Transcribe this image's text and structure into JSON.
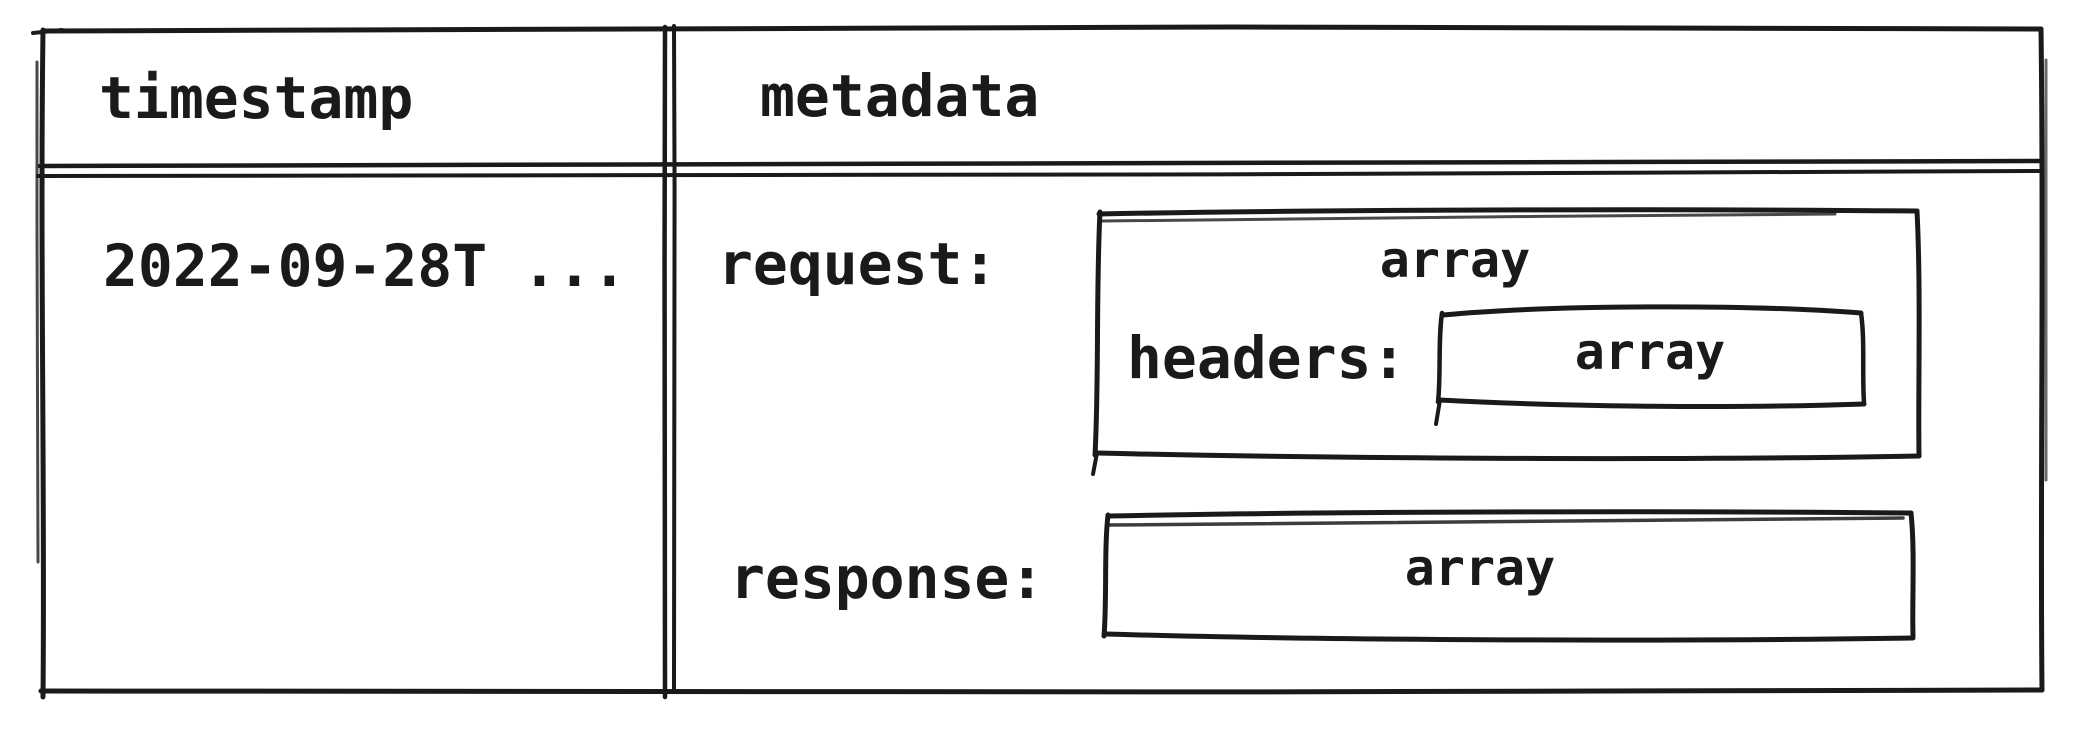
{
  "colors": {
    "ink": "#1a1a1a",
    "background": "#ffffff"
  },
  "table": {
    "header": {
      "timestamp": "timestamp",
      "metadata": "metadata"
    },
    "row": {
      "timestamp_value": "2022-09-28T ...",
      "metadata": {
        "request_label": "request:",
        "request_array": "array",
        "headers_label": "headers:",
        "headers_array": "array",
        "response_label": "response:",
        "response_array": "array"
      }
    }
  }
}
